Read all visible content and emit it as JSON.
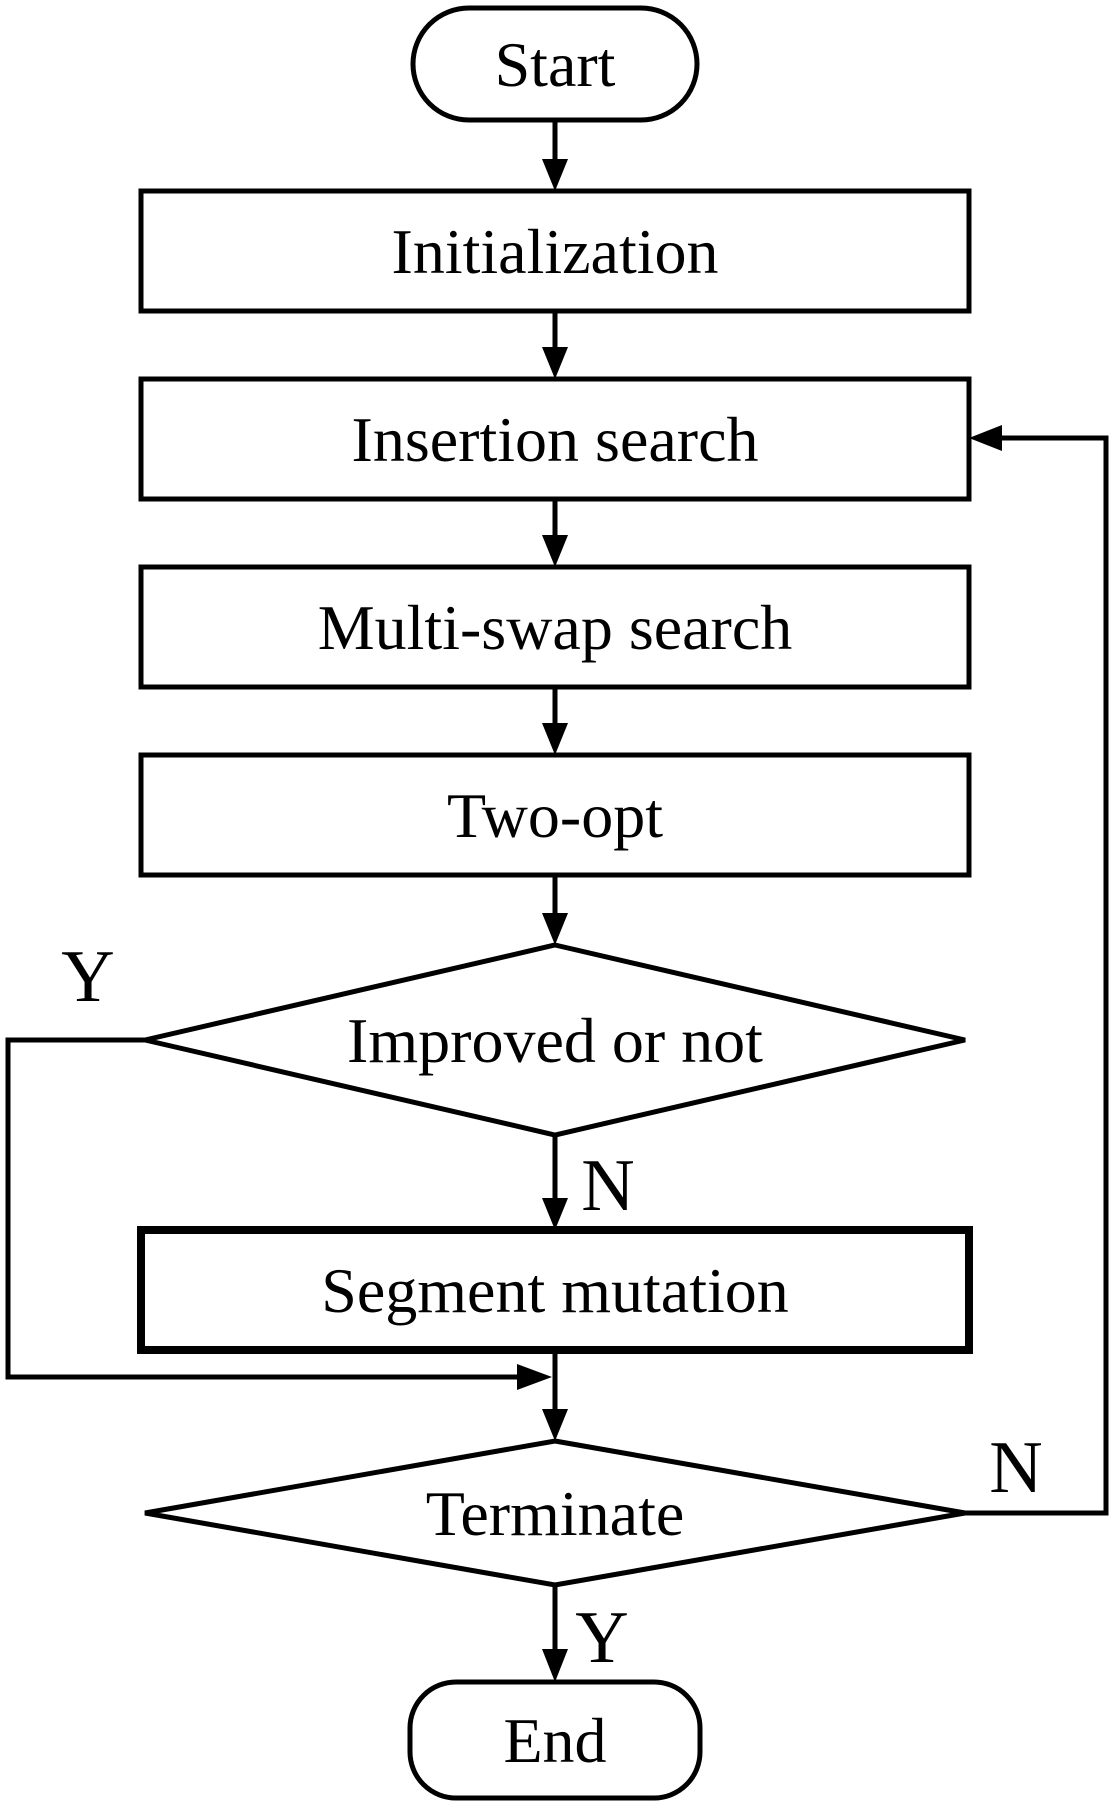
{
  "flowchart": {
    "colors": {
      "background": "#ffffff",
      "line": "#000000",
      "text": "#000000"
    },
    "nodes": [
      {
        "id": "start",
        "shape": "terminator",
        "label": "Start"
      },
      {
        "id": "initialization",
        "shape": "process",
        "label": "Initialization"
      },
      {
        "id": "insertion-search",
        "shape": "process",
        "label": "Insertion search"
      },
      {
        "id": "multi-swap-search",
        "shape": "process",
        "label": "Multi-swap search"
      },
      {
        "id": "two-opt",
        "shape": "process",
        "label": "Two-opt"
      },
      {
        "id": "improved-or-not",
        "shape": "decision",
        "label": "Improved or not"
      },
      {
        "id": "segment-mutation",
        "shape": "process",
        "label": "Segment mutation"
      },
      {
        "id": "terminate",
        "shape": "decision",
        "label": "Terminate"
      },
      {
        "id": "end",
        "shape": "terminator",
        "label": "End"
      }
    ],
    "branch_labels": [
      {
        "id": "improved-yes",
        "text": "Y"
      },
      {
        "id": "improved-no",
        "text": "N"
      },
      {
        "id": "terminate-no",
        "text": "N"
      },
      {
        "id": "terminate-yes",
        "text": "Y"
      }
    ],
    "edges": [
      {
        "from": "start",
        "to": "initialization"
      },
      {
        "from": "initialization",
        "to": "insertion-search"
      },
      {
        "from": "insertion-search",
        "to": "multi-swap-search"
      },
      {
        "from": "multi-swap-search",
        "to": "two-opt"
      },
      {
        "from": "two-opt",
        "to": "improved-or-not"
      },
      {
        "from": "improved-or-not",
        "to": "segment-mutation",
        "label": "N"
      },
      {
        "from": "improved-or-not",
        "to": "terminate",
        "label": "Y",
        "route": "left-loop-down"
      },
      {
        "from": "segment-mutation",
        "to": "terminate"
      },
      {
        "from": "terminate",
        "to": "insertion-search",
        "label": "N",
        "route": "right-loop-up"
      },
      {
        "from": "terminate",
        "to": "end",
        "label": "Y"
      }
    ]
  }
}
